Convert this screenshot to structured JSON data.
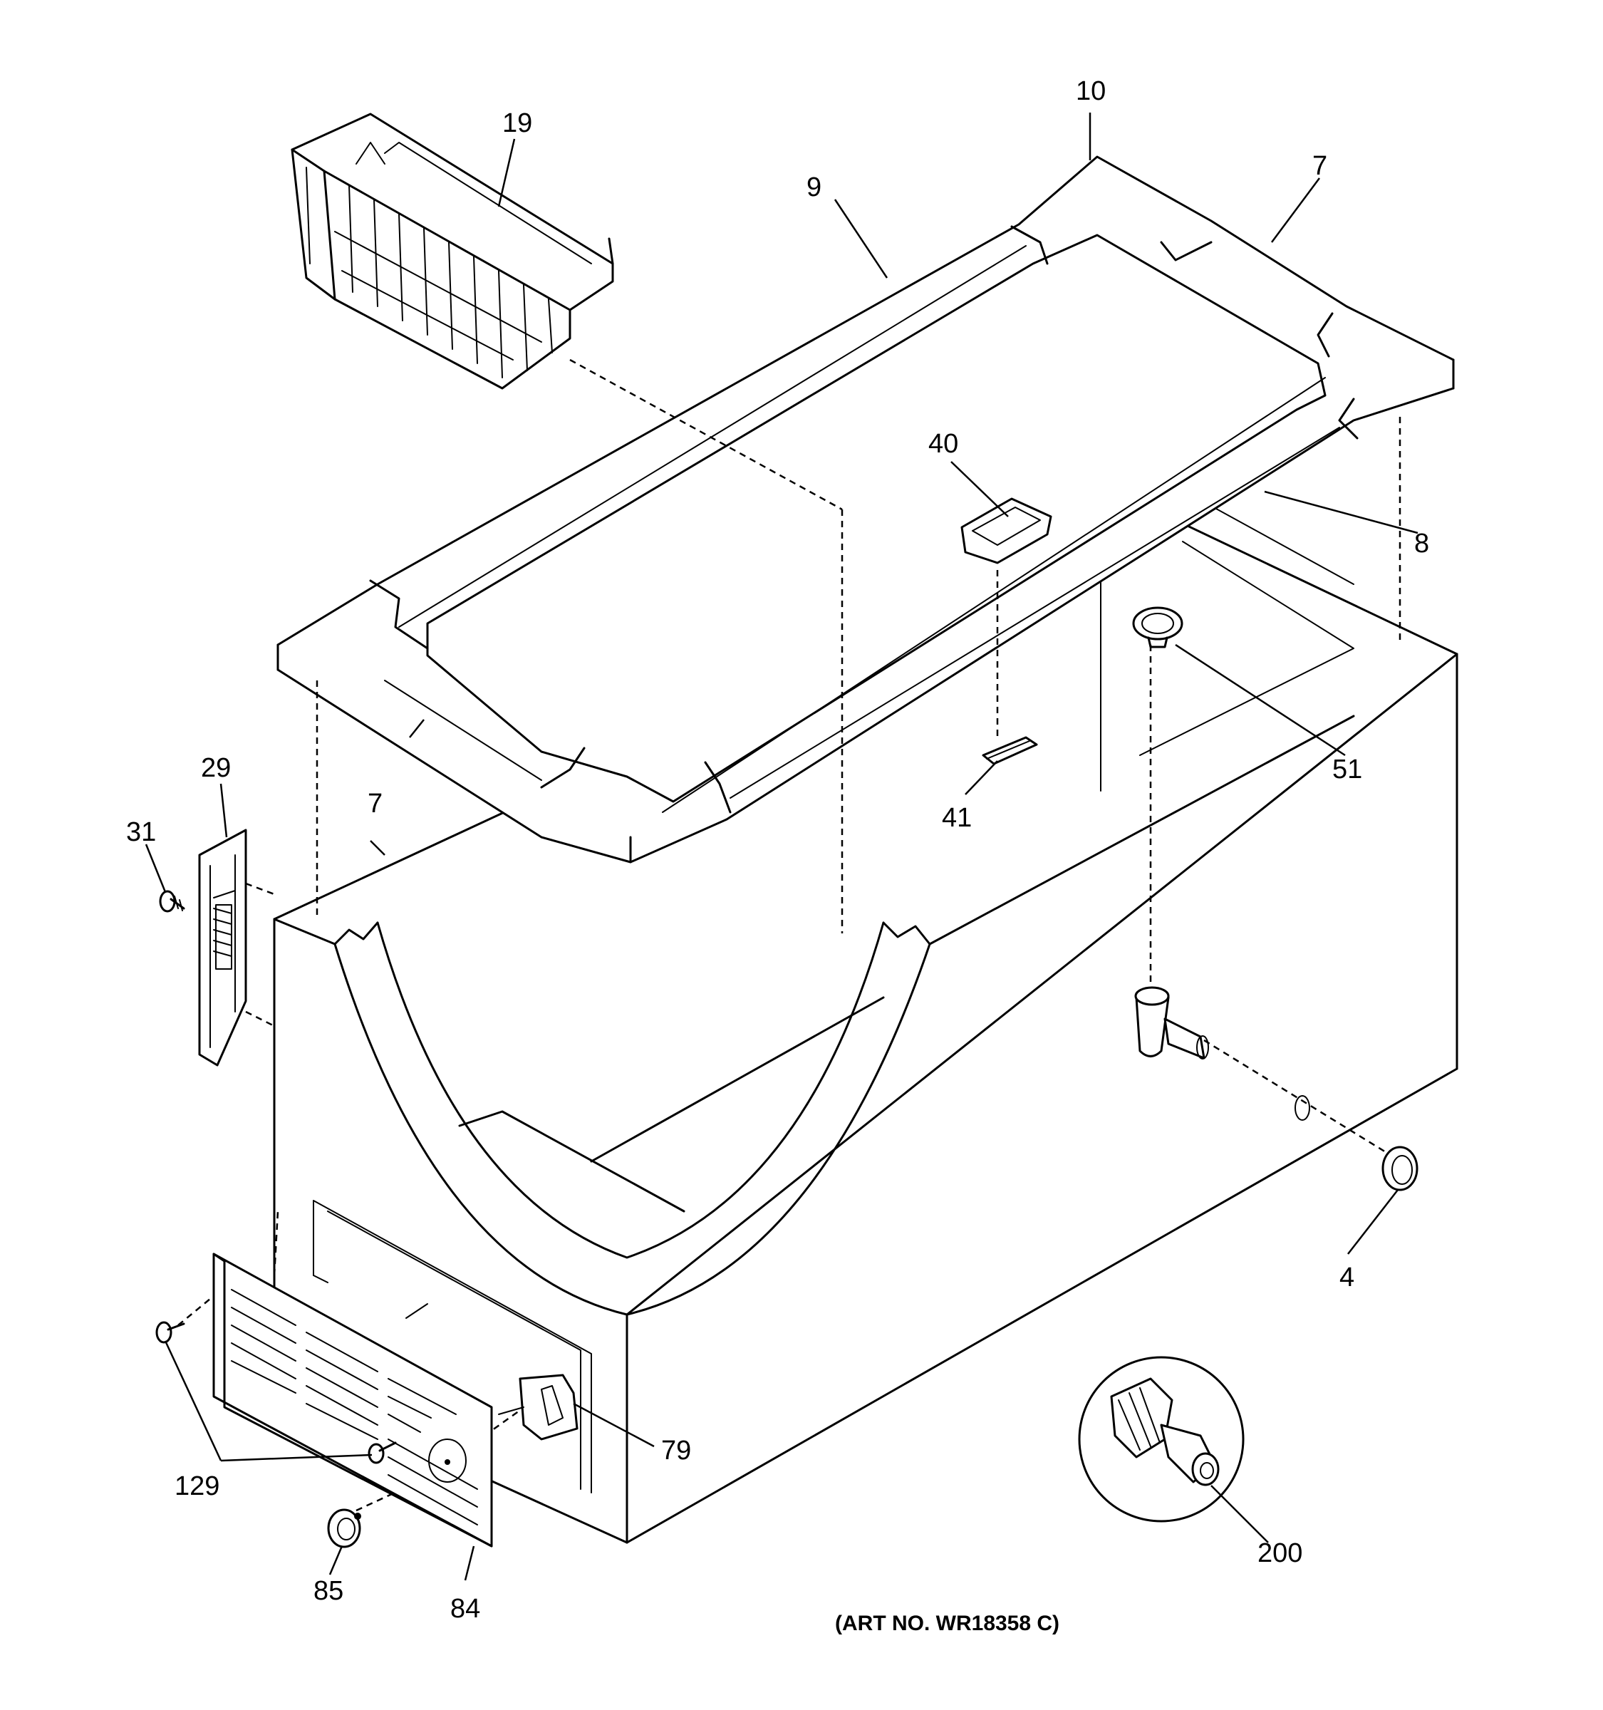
{
  "art_number": "(ART NO. WR18358 C)",
  "callouts": {
    "c10": "10",
    "c19": "19",
    "c9": "9",
    "c7a": "7",
    "c7b": "7",
    "c40": "40",
    "c8": "8",
    "c51": "51",
    "c41": "41",
    "c29": "29",
    "c31": "31",
    "c4": "4",
    "c79": "79",
    "c129": "129",
    "c85": "85",
    "c84": "84",
    "c200": "200"
  }
}
